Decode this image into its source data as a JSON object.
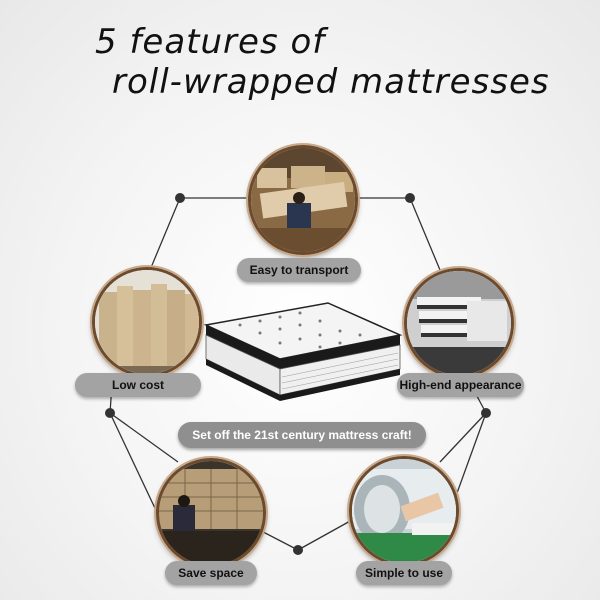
{
  "title": {
    "line1": "5 features of",
    "line2": "roll-wrapped mattresses"
  },
  "features": {
    "transport": "Easy to transport",
    "cost": "Low cost",
    "appearance": "High-end appearance",
    "space": "Save space",
    "simple": "Simple to use"
  },
  "banner": "Set off the 21st century mattress craft!"
}
